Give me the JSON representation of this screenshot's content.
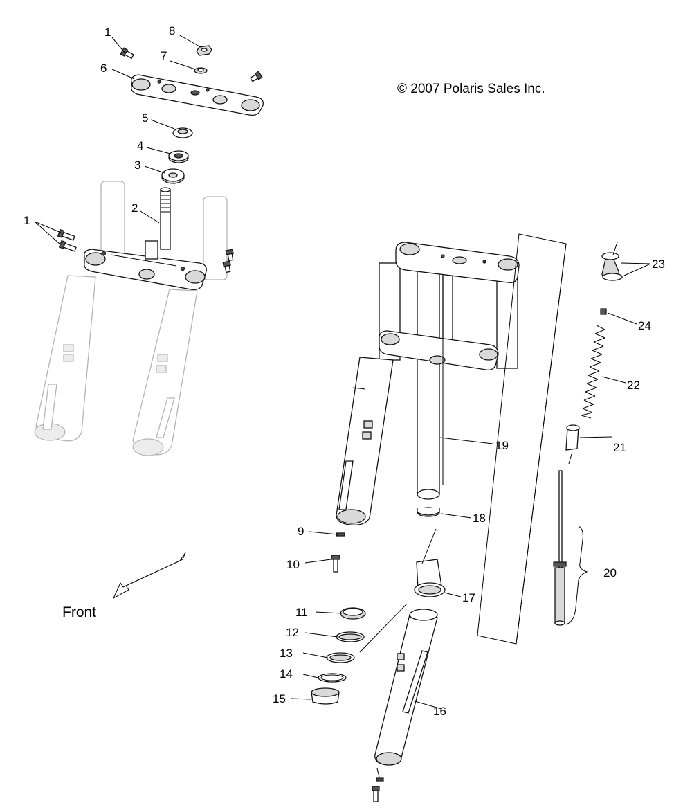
{
  "copyright": "© 2007 Polaris Sales Inc.",
  "direction_label": "Front",
  "callouts": {
    "c1a": "1",
    "c1b": "1",
    "c2": "2",
    "c3": "3",
    "c4": "4",
    "c5": "5",
    "c6": "6",
    "c7": "7",
    "c8": "8",
    "c9": "9",
    "c10": "10",
    "c11": "11",
    "c12": "12",
    "c13": "13",
    "c14": "14",
    "c15": "15",
    "c16": "16",
    "c17": "17",
    "c18": "18",
    "c19": "19",
    "c20": "20",
    "c21": "21",
    "c22": "22",
    "c23": "23",
    "c24": "24"
  }
}
